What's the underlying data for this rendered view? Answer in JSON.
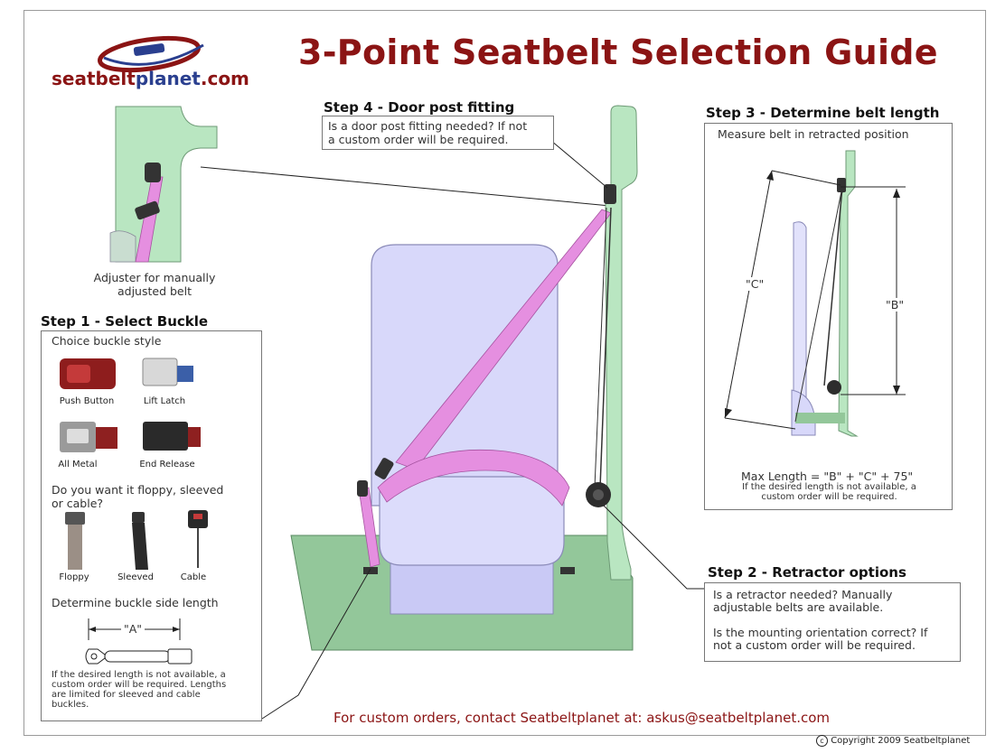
{
  "title": "3-Point Seatbelt Selection Guide",
  "logo": {
    "part1": "seatbelt",
    "part2": "planet",
    "part3": ".com"
  },
  "adjuster": {
    "caption_line1": "Adjuster for manually",
    "caption_line2": "adjusted belt"
  },
  "step1": {
    "heading": "Step 1 - Select Buckle",
    "choice_label": "Choice buckle style",
    "buckles": [
      "Push Button",
      "Lift Latch",
      "All Metal",
      "End Release"
    ],
    "question_line1": "Do you want it floppy, sleeved",
    "question_line2": "or cable?",
    "types": [
      "Floppy",
      "Sleeved",
      "Cable"
    ],
    "length_label": "Determine buckle side length",
    "dim_label": "\"A\"",
    "note_line1": "If the desired length is not available, a",
    "note_line2": "custom order will be required. Lengths",
    "note_line3": "are limited for sleeved and cable",
    "note_line4": "buckles."
  },
  "step2": {
    "heading": "Step 2 - Retractor options",
    "line1": "Is a retractor needed? Manually",
    "line2": "adjustable belts are available.",
    "line3": "Is the mounting orientation correct? If",
    "line4": "not a custom order will be required."
  },
  "step3": {
    "heading": "Step 3 - Determine belt length",
    "measure": "Measure belt in retracted position",
    "label_c": "\"C\"",
    "label_b": "\"B\"",
    "formula": "Max Length = \"B\" + \"C\" + 75\"",
    "note_line1": "If the desired length is not available, a",
    "note_line2": "custom order will be required."
  },
  "step4": {
    "heading": "Step 4 - Door post fitting",
    "line1": "Is a door post fitting needed? If not",
    "line2": "a custom order will be required."
  },
  "contact": "For custom orders, contact Seatbeltplanet at: askus@seatbeltplanet.com",
  "copyright_symbol": "c",
  "copyright": "Copyright 2009 Seatbeltplanet",
  "colors": {
    "accent": "#8b1414",
    "brand_blue": "#2a3f8f",
    "belt": "#e58fe0",
    "post": "#b9e6c1",
    "floor": "#93c79a",
    "seat": "#d3d3f8"
  }
}
